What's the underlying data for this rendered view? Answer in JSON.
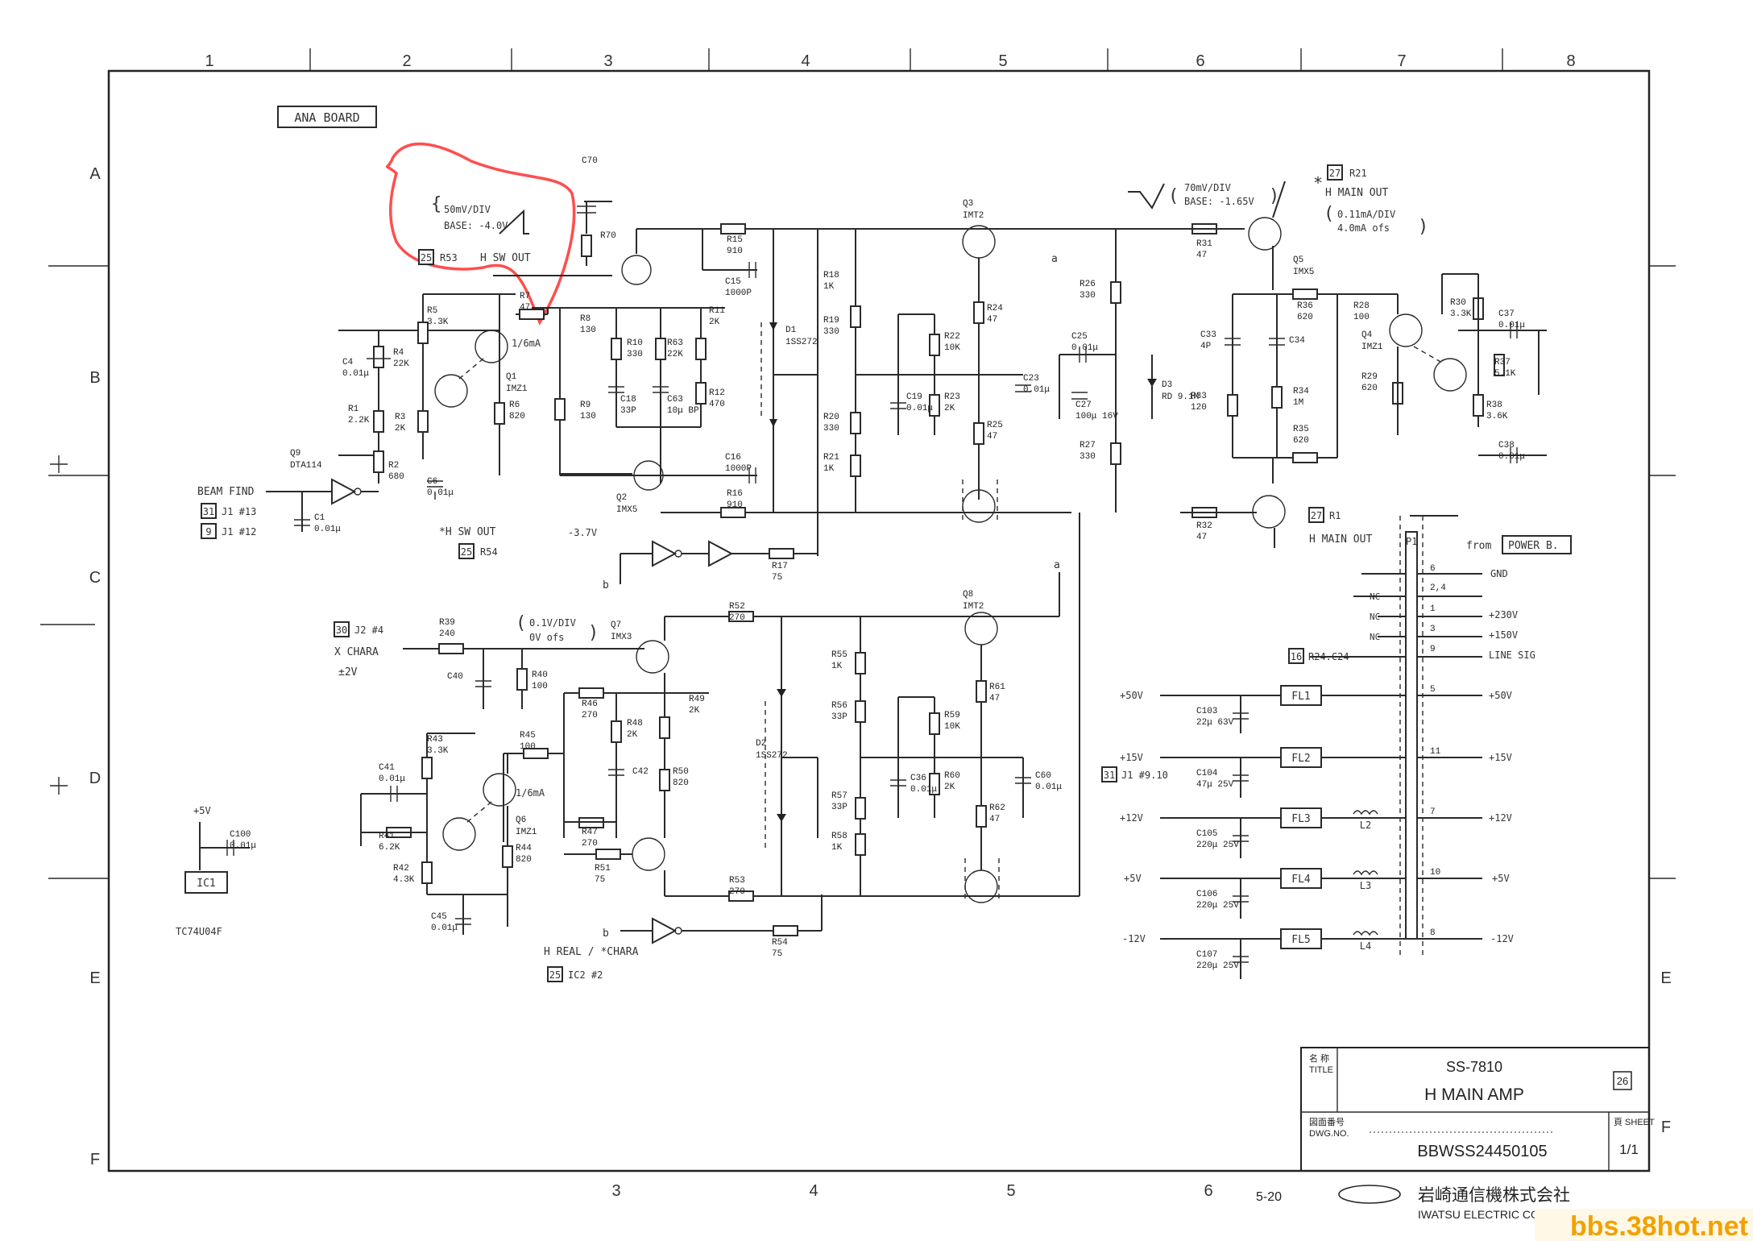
{
  "grid": {
    "columns_top": [
      "1",
      "2",
      "3",
      "4",
      "5",
      "6",
      "7",
      "8"
    ],
    "columns_bottom": [
      "3",
      "4",
      "5",
      "6"
    ],
    "rows_left": [
      "A",
      "B",
      "C",
      "D",
      "E",
      "F"
    ],
    "rows_right": [
      "E",
      "F"
    ]
  },
  "board_label": "ANA BOARD",
  "annotations": {
    "scope1_div": "50mV/DIV",
    "scope1_base": "BASE: -4.0V",
    "scope2_div": "70mV/DIV",
    "scope2_base": "BASE: -1.65V",
    "current_main": "0.11mA/DIV",
    "current_main2": "4.0mA ofs",
    "xchara_div": "0.1V/DIV",
    "xchara_ofs": "0V ofs",
    "current_q1": "1/6mA",
    "current_q6": "1/6mA",
    "minus_3v7": "-3.7V",
    "star": "*"
  },
  "connectors": [
    {
      "num": "25",
      "label": "R53",
      "signal": "H SW OUT"
    },
    {
      "num": "25",
      "label": "R54",
      "signal": "*H SW OUT"
    },
    {
      "num": "27",
      "label": "R21",
      "signal": "H MAIN OUT"
    },
    {
      "num": "27",
      "label": "R1",
      "signal": "H MAIN OUT"
    },
    {
      "num": "31",
      "label": "J1 #13",
      "signal": "BEAM FIND"
    },
    {
      "num": "9",
      "label": "J1 #12",
      "signal": ""
    },
    {
      "num": "30",
      "label": "J2 #4",
      "signal": "X CHARA"
    },
    {
      "num": "25",
      "label": "IC2 #2",
      "signal": "H REAL / *CHARA"
    },
    {
      "num": "31",
      "label": "J1 #9.10",
      "signal": ""
    },
    {
      "num": "16",
      "label": "R24.C24",
      "signal": "LINE SIG"
    }
  ],
  "signals": {
    "beam_find": "BEAM FIND",
    "x_chara": "X CHARA",
    "pm2v": "±2V",
    "h_real": "H REAL / *CHARA",
    "from": "from",
    "power_b": "POWER B.",
    "gnd": "GND",
    "p230": "+230V",
    "p150": "+150V",
    "line_sig": "LINE SIG",
    "p50": "+50V",
    "p15": "+15V",
    "p12": "+12V",
    "p5": "+5V",
    "m12": "-12V",
    "nc": "NC",
    "p1": "P1",
    "node_a": "a",
    "node_b": "b",
    "ic1": "IC1",
    "ic1_part": "TC74U04F",
    "p5v": "+5V"
  },
  "transistors": [
    {
      "ref": "Q1",
      "part": "IMZ1"
    },
    {
      "ref": "Q2",
      "part": "IMX5"
    },
    {
      "ref": "Q3",
      "part": "IMT2"
    },
    {
      "ref": "Q4",
      "part": "IMZ1"
    },
    {
      "ref": "Q5",
      "part": "IMX5"
    },
    {
      "ref": "Q6",
      "part": "IMZ1"
    },
    {
      "ref": "Q7",
      "part": "IMX3"
    },
    {
      "ref": "Q8",
      "part": "IMT2"
    },
    {
      "ref": "Q9",
      "part": "DTA114"
    }
  ],
  "diodes": [
    {
      "ref": "D1",
      "part": "1SS272"
    },
    {
      "ref": "D2",
      "part": "1SS272"
    },
    {
      "ref": "D3",
      "part": "RD 9.1M"
    }
  ],
  "resistors": [
    {
      "ref": "R5",
      "val": "3.3K"
    },
    {
      "ref": "R4",
      "val": "22K"
    },
    {
      "ref": "R1",
      "val": "2.2K"
    },
    {
      "ref": "R3",
      "val": "2K"
    },
    {
      "ref": "R2",
      "val": "680"
    },
    {
      "ref": "R6",
      "val": "820"
    },
    {
      "ref": "R7",
      "val": "47"
    },
    {
      "ref": "R70",
      "val": ""
    },
    {
      "ref": "R15",
      "val": "910"
    },
    {
      "ref": "R8",
      "val": "130"
    },
    {
      "ref": "R9",
      "val": "130"
    },
    {
      "ref": "R10",
      "val": "330"
    },
    {
      "ref": "R63",
      "val": "22K"
    },
    {
      "ref": "R11",
      "val": "2K"
    },
    {
      "ref": "R12",
      "val": "470"
    },
    {
      "ref": "R16",
      "val": "910"
    },
    {
      "ref": "R17",
      "val": "75"
    },
    {
      "ref": "R18",
      "val": "1K"
    },
    {
      "ref": "R19",
      "val": "330"
    },
    {
      "ref": "R20",
      "val": "330"
    },
    {
      "ref": "R21",
      "val": "1K"
    },
    {
      "ref": "R22",
      "val": "10K"
    },
    {
      "ref": "R23",
      "val": "2K"
    },
    {
      "ref": "R24",
      "val": "47"
    },
    {
      "ref": "R25",
      "val": "47"
    },
    {
      "ref": "R26",
      "val": "330"
    },
    {
      "ref": "R27",
      "val": "330"
    },
    {
      "ref": "R31",
      "val": "47"
    },
    {
      "ref": "R32",
      "val": "47"
    },
    {
      "ref": "R36",
      "val": "620"
    },
    {
      "ref": "R33",
      "val": "120"
    },
    {
      "ref": "R34",
      "val": "1M"
    },
    {
      "ref": "R35",
      "val": "620"
    },
    {
      "ref": "R28",
      "val": "100"
    },
    {
      "ref": "R29",
      "val": "620"
    },
    {
      "ref": "R30",
      "val": "3.3K"
    },
    {
      "ref": "R37",
      "val": "5.1K"
    },
    {
      "ref": "R38",
      "val": "3.6K"
    },
    {
      "ref": "R39",
      "val": "240"
    },
    {
      "ref": "R40",
      "val": "100"
    },
    {
      "ref": "R43",
      "val": "3.3K"
    },
    {
      "ref": "R41",
      "val": "6.2K"
    },
    {
      "ref": "R42",
      "val": "4.3K"
    },
    {
      "ref": "R44",
      "val": "820"
    },
    {
      "ref": "R45",
      "val": "100"
    },
    {
      "ref": "R46",
      "val": "270"
    },
    {
      "ref": "R47",
      "val": "270"
    },
    {
      "ref": "R48",
      "val": "2K"
    },
    {
      "ref": "R49",
      "val": "2K"
    },
    {
      "ref": "R50",
      "val": "820"
    },
    {
      "ref": "R51",
      "val": "75"
    },
    {
      "ref": "R52",
      "val": "270"
    },
    {
      "ref": "R53",
      "val": "270"
    },
    {
      "ref": "R54",
      "val": "75"
    },
    {
      "ref": "R55",
      "val": "1K"
    },
    {
      "ref": "R56",
      "val": "33P"
    },
    {
      "ref": "R57",
      "val": "33P"
    },
    {
      "ref": "R58",
      "val": "1K"
    },
    {
      "ref": "R59",
      "val": "10K"
    },
    {
      "ref": "R60",
      "val": "2K"
    },
    {
      "ref": "R61",
      "val": "47"
    },
    {
      "ref": "R62",
      "val": "47"
    }
  ],
  "capacitors": [
    {
      "ref": "C70",
      "val": ""
    },
    {
      "ref": "C15",
      "val": "1000P"
    },
    {
      "ref": "C4",
      "val": "0.01μ"
    },
    {
      "ref": "C1",
      "val": "0.01μ"
    },
    {
      "ref": "C6",
      "val": "0.01μ"
    },
    {
      "ref": "C18",
      "val": "33P"
    },
    {
      "ref": "C63",
      "val": "10μ BP"
    },
    {
      "ref": "C16",
      "val": "1000P"
    },
    {
      "ref": "C19",
      "val": "0.01μ"
    },
    {
      "ref": "C23",
      "val": "0.01μ"
    },
    {
      "ref": "C25",
      "val": "0.01μ"
    },
    {
      "ref": "C27",
      "val": "100μ 16V"
    },
    {
      "ref": "C33",
      "val": "4P"
    },
    {
      "ref": "C34",
      "val": ""
    },
    {
      "ref": "C37",
      "val": "0.01μ"
    },
    {
      "ref": "C38",
      "val": "0.01μ"
    },
    {
      "ref": "C40",
      "val": ""
    },
    {
      "ref": "C41",
      "val": "0.01μ"
    },
    {
      "ref": "C42",
      "val": ""
    },
    {
      "ref": "C45",
      "val": "0.01μ"
    },
    {
      "ref": "C36",
      "val": "0.01μ"
    },
    {
      "ref": "C60",
      "val": "0.01μ"
    },
    {
      "ref": "C100",
      "val": "0.01μ"
    },
    {
      "ref": "C103",
      "val": "22μ 63V"
    },
    {
      "ref": "C104",
      "val": "47μ 25V"
    },
    {
      "ref": "C105",
      "val": "220μ 25V"
    },
    {
      "ref": "C106",
      "val": "220μ 25V"
    },
    {
      "ref": "C107",
      "val": "220μ 25V"
    }
  ],
  "filters": [
    "FL1",
    "FL2",
    "FL3",
    "FL4",
    "FL5"
  ],
  "inductors": [
    "L2",
    "L3",
    "L4"
  ],
  "p1_pins": [
    "6",
    "2,4",
    "1",
    "3",
    "9",
    "5",
    "11",
    "7",
    "10",
    "8"
  ],
  "title_block": {
    "title_jp": "名 称",
    "title_en": "TITLE",
    "model": "SS-7810",
    "name": "H MAIN AMP",
    "sheet_num": "26",
    "dwg_jp": "図面番号",
    "dwg_en": "DWG.NO.",
    "dwg_no": "BBWSS24450105",
    "sheet_jp": "頁 SHEET",
    "sheet": "1/1",
    "page": "5-20",
    "company": "岩崎通信機株式会社",
    "company_en": "IWATSU ELECTRIC CO.,LTD."
  },
  "watermark": "bbs.38hot.net",
  "colors": {
    "highlight": "#ff3b3b",
    "watermark": "#f2a100",
    "ink": "#2a2a2a"
  }
}
